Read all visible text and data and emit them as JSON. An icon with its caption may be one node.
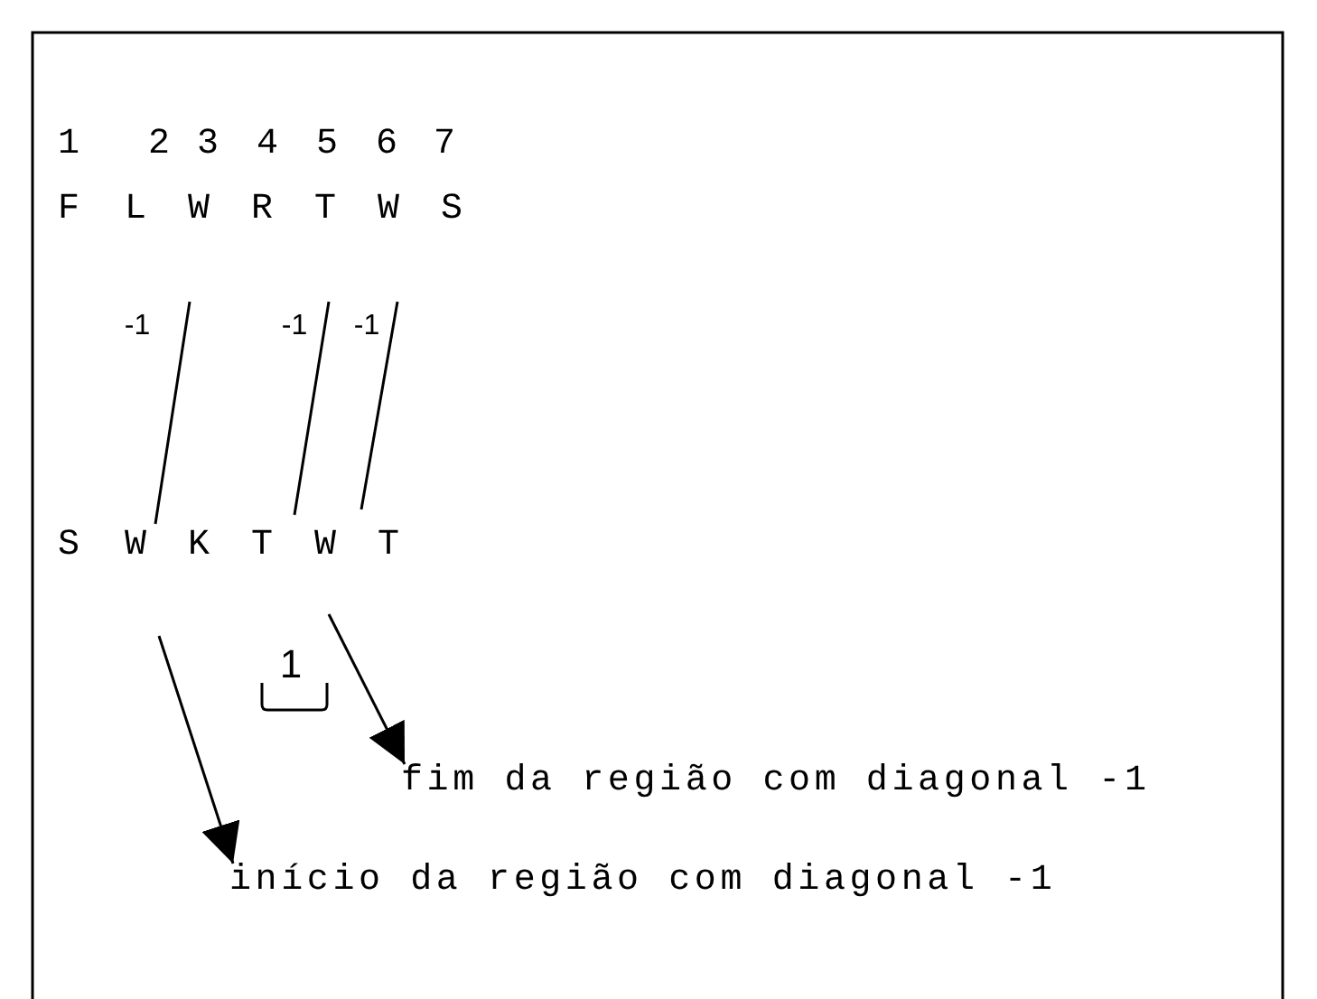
{
  "diagram": {
    "nodes": [
      {
        "text": [
          "fim da região com diagonal -1"
        ]
      },
      {
        "text": [
          "início da região com diagonal -1"
        ]
      }
    ],
    "edges": [
      {
        "from": null,
        "to": 0,
        "arrow": "to"
      },
      {
        "from": null,
        "to": 1,
        "arrow": "to"
      }
    ],
    "labels": [
      "1",
      "2",
      "3",
      "4",
      "5",
      "6",
      "7",
      "F",
      "L",
      "W",
      "R",
      "T",
      "W",
      "S",
      "-1",
      "-1",
      "-1",
      "S",
      "W",
      "K",
      "T",
      "W",
      "T",
      "1"
    ]
  }
}
